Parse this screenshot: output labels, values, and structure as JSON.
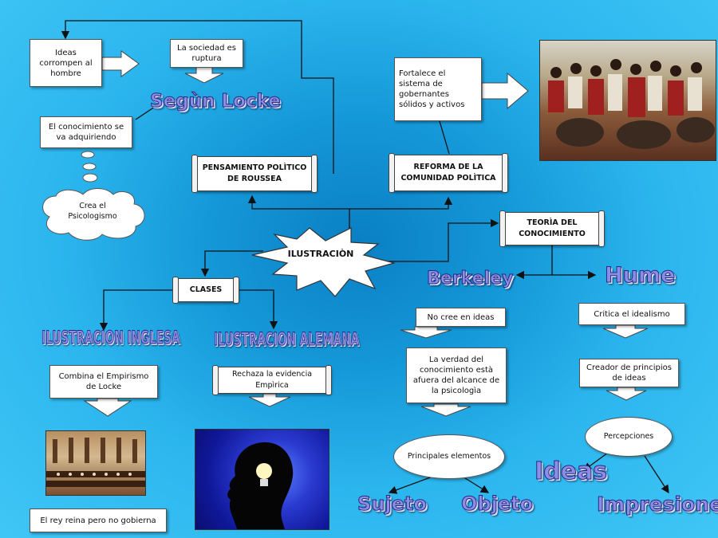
{
  "nodes": {
    "center": "ILUSTRACIÒN",
    "locke_idea1": "Ideas corrompen al hombre",
    "locke_idea2": "La sociedad es ruptura",
    "segun_locke": "Segùn Locke",
    "conocimiento": "El conocimiento se va adquiriendo",
    "psicologismo": "Crea el Psicologismo",
    "pensamiento": "PENSAMIENTO POLÌTICO DE ROUSSEA",
    "fortalece": "Fortalece el sistema de gobernantes sólidos y activos",
    "reforma": "REFORMA DE LA COMUNIDAD POLÌTICA",
    "teoria": "TEORÌA DEL CONOCIMIENTO",
    "berkeley": "Berkeley",
    "hume": "Hume",
    "clases": "CLASES",
    "ilustracion_inglesa": "ILUSTRACION INGLESA",
    "ilustracion_alemana": "ILUSTRACION ALEMANA",
    "combina": "Combina el Empirismo de Locke",
    "rechaza": "Rechaza la evidencia Empìrica",
    "rey": "El rey reina pero no gobierna",
    "no_cree": "No cree en ideas",
    "verdad": "La verdad del conocimiento està afuera del alcance de la psicologìa",
    "principales": "Principales elementos",
    "sujeto": "Sujeto",
    "objeto": "Objeto",
    "critica": "Critica el idealismo",
    "creador": "Creador de principios de ideas",
    "percepciones": "Percepciones",
    "ideas": "Ideas",
    "impresiones": "Impresiones"
  },
  "colors": {
    "background_center": "#0a7fc4",
    "background_edge": "#40c6f6",
    "wordart_fill": "#8a8ee8",
    "wordart_outline": "#2a2a7a"
  },
  "icons": [
    "block-arrow-right-icon",
    "block-arrow-down-icon",
    "explosion-shape-icon",
    "thought-cloud-icon",
    "lightbulb-head-icon"
  ]
}
